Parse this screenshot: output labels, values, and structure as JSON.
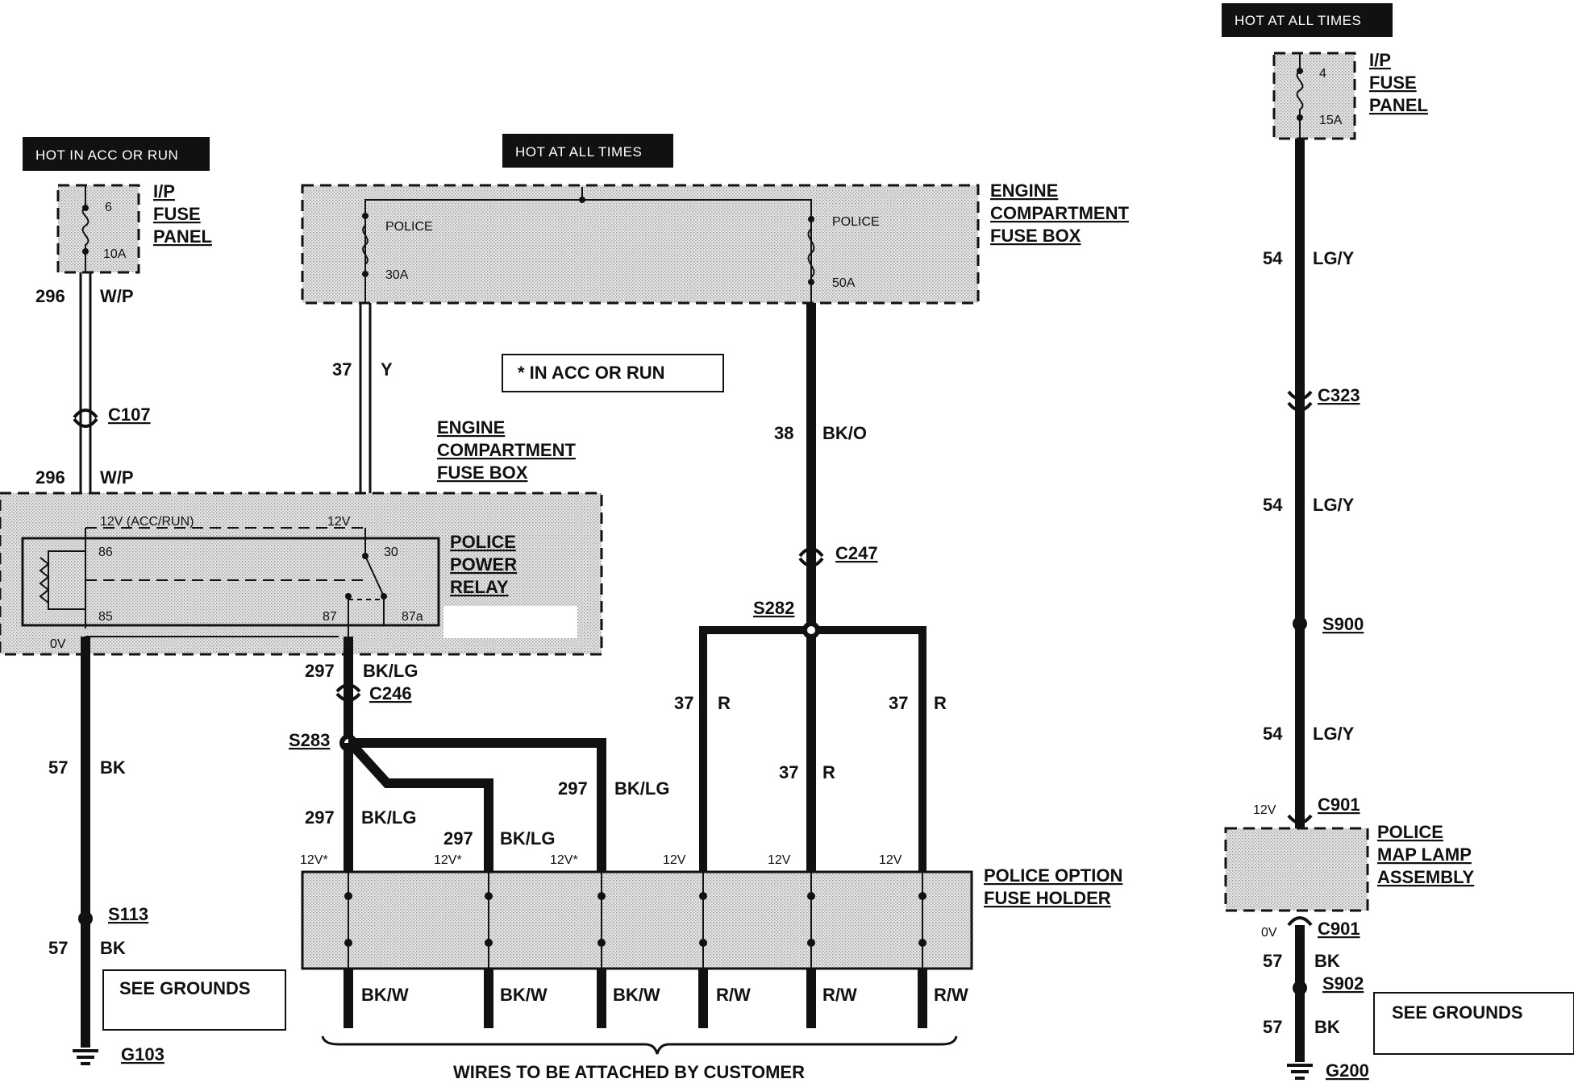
{
  "hot_labels": {
    "acc_run": "HOT IN ACC OR RUN",
    "all_times_center": "HOT AT ALL TIMES",
    "all_times_right": "HOT AT ALL TIMES"
  },
  "components": {
    "ip_fuse_panel": "I/P FUSE PANEL",
    "ip_fuse_panel_lines": [
      "I/P",
      "FUSE",
      "PANEL"
    ],
    "engine_fuse_box_lines": [
      "ENGINE",
      "COMPARTMENT",
      "FUSE BOX"
    ],
    "police_power_relay_lines": [
      "POLICE",
      "POWER",
      "RELAY"
    ],
    "police_option_fuse_holder_lines": [
      "POLICE OPTION",
      "FUSE HOLDER"
    ],
    "police_map_lamp_lines": [
      "POLICE",
      "MAP LAMP",
      "ASSEMBLY"
    ],
    "see_grounds": "SEE GROUNDS",
    "note_acc_run": "*   IN ACC OR RUN",
    "customer_wires": "WIRES TO BE ATTACHED BY CUSTOMER"
  },
  "fuses": {
    "left": {
      "number": "6",
      "rating": "10A"
    },
    "center_left": {
      "name": "POLICE",
      "rating": "30A"
    },
    "center_right": {
      "name": "POLICE",
      "rating": "50A"
    },
    "right": {
      "number": "4",
      "rating": "15A"
    }
  },
  "circuits": {
    "w296": {
      "num": "296",
      "color": "W/P"
    },
    "w37y": {
      "num": "37",
      "color": "Y"
    },
    "w38": {
      "num": "38",
      "color": "BK/O"
    },
    "w297": {
      "num": "297",
      "color": "BK/LG"
    },
    "w57": {
      "num": "57",
      "color": "BK"
    },
    "w37r": {
      "num": "37",
      "color": "R"
    },
    "w54": {
      "num": "54",
      "color": "LG/Y"
    }
  },
  "connectors": {
    "c107": "C107",
    "c247": "C247",
    "c246": "C246",
    "c323": "C323",
    "c901a": "C901",
    "c901b": "C901"
  },
  "splices": {
    "s282": "S282",
    "s283": "S283",
    "s113": "S113",
    "s900": "S900",
    "s902": "S902"
  },
  "grounds": {
    "g103": "G103",
    "g200": "G200"
  },
  "relay_pins": {
    "p86": "86",
    "p85": "85",
    "p30": "30",
    "p87": "87",
    "p87a": "87a",
    "v12_acc_run": "12V (ACC/RUN)",
    "v12": "12V",
    "v0": "0V"
  },
  "voltages": {
    "v12_star": "12V*",
    "v12": "12V",
    "v0": "0V"
  },
  "output_colors": [
    "BK/W",
    "BK/W",
    "BK/W",
    "R/W",
    "R/W",
    "R/W"
  ]
}
